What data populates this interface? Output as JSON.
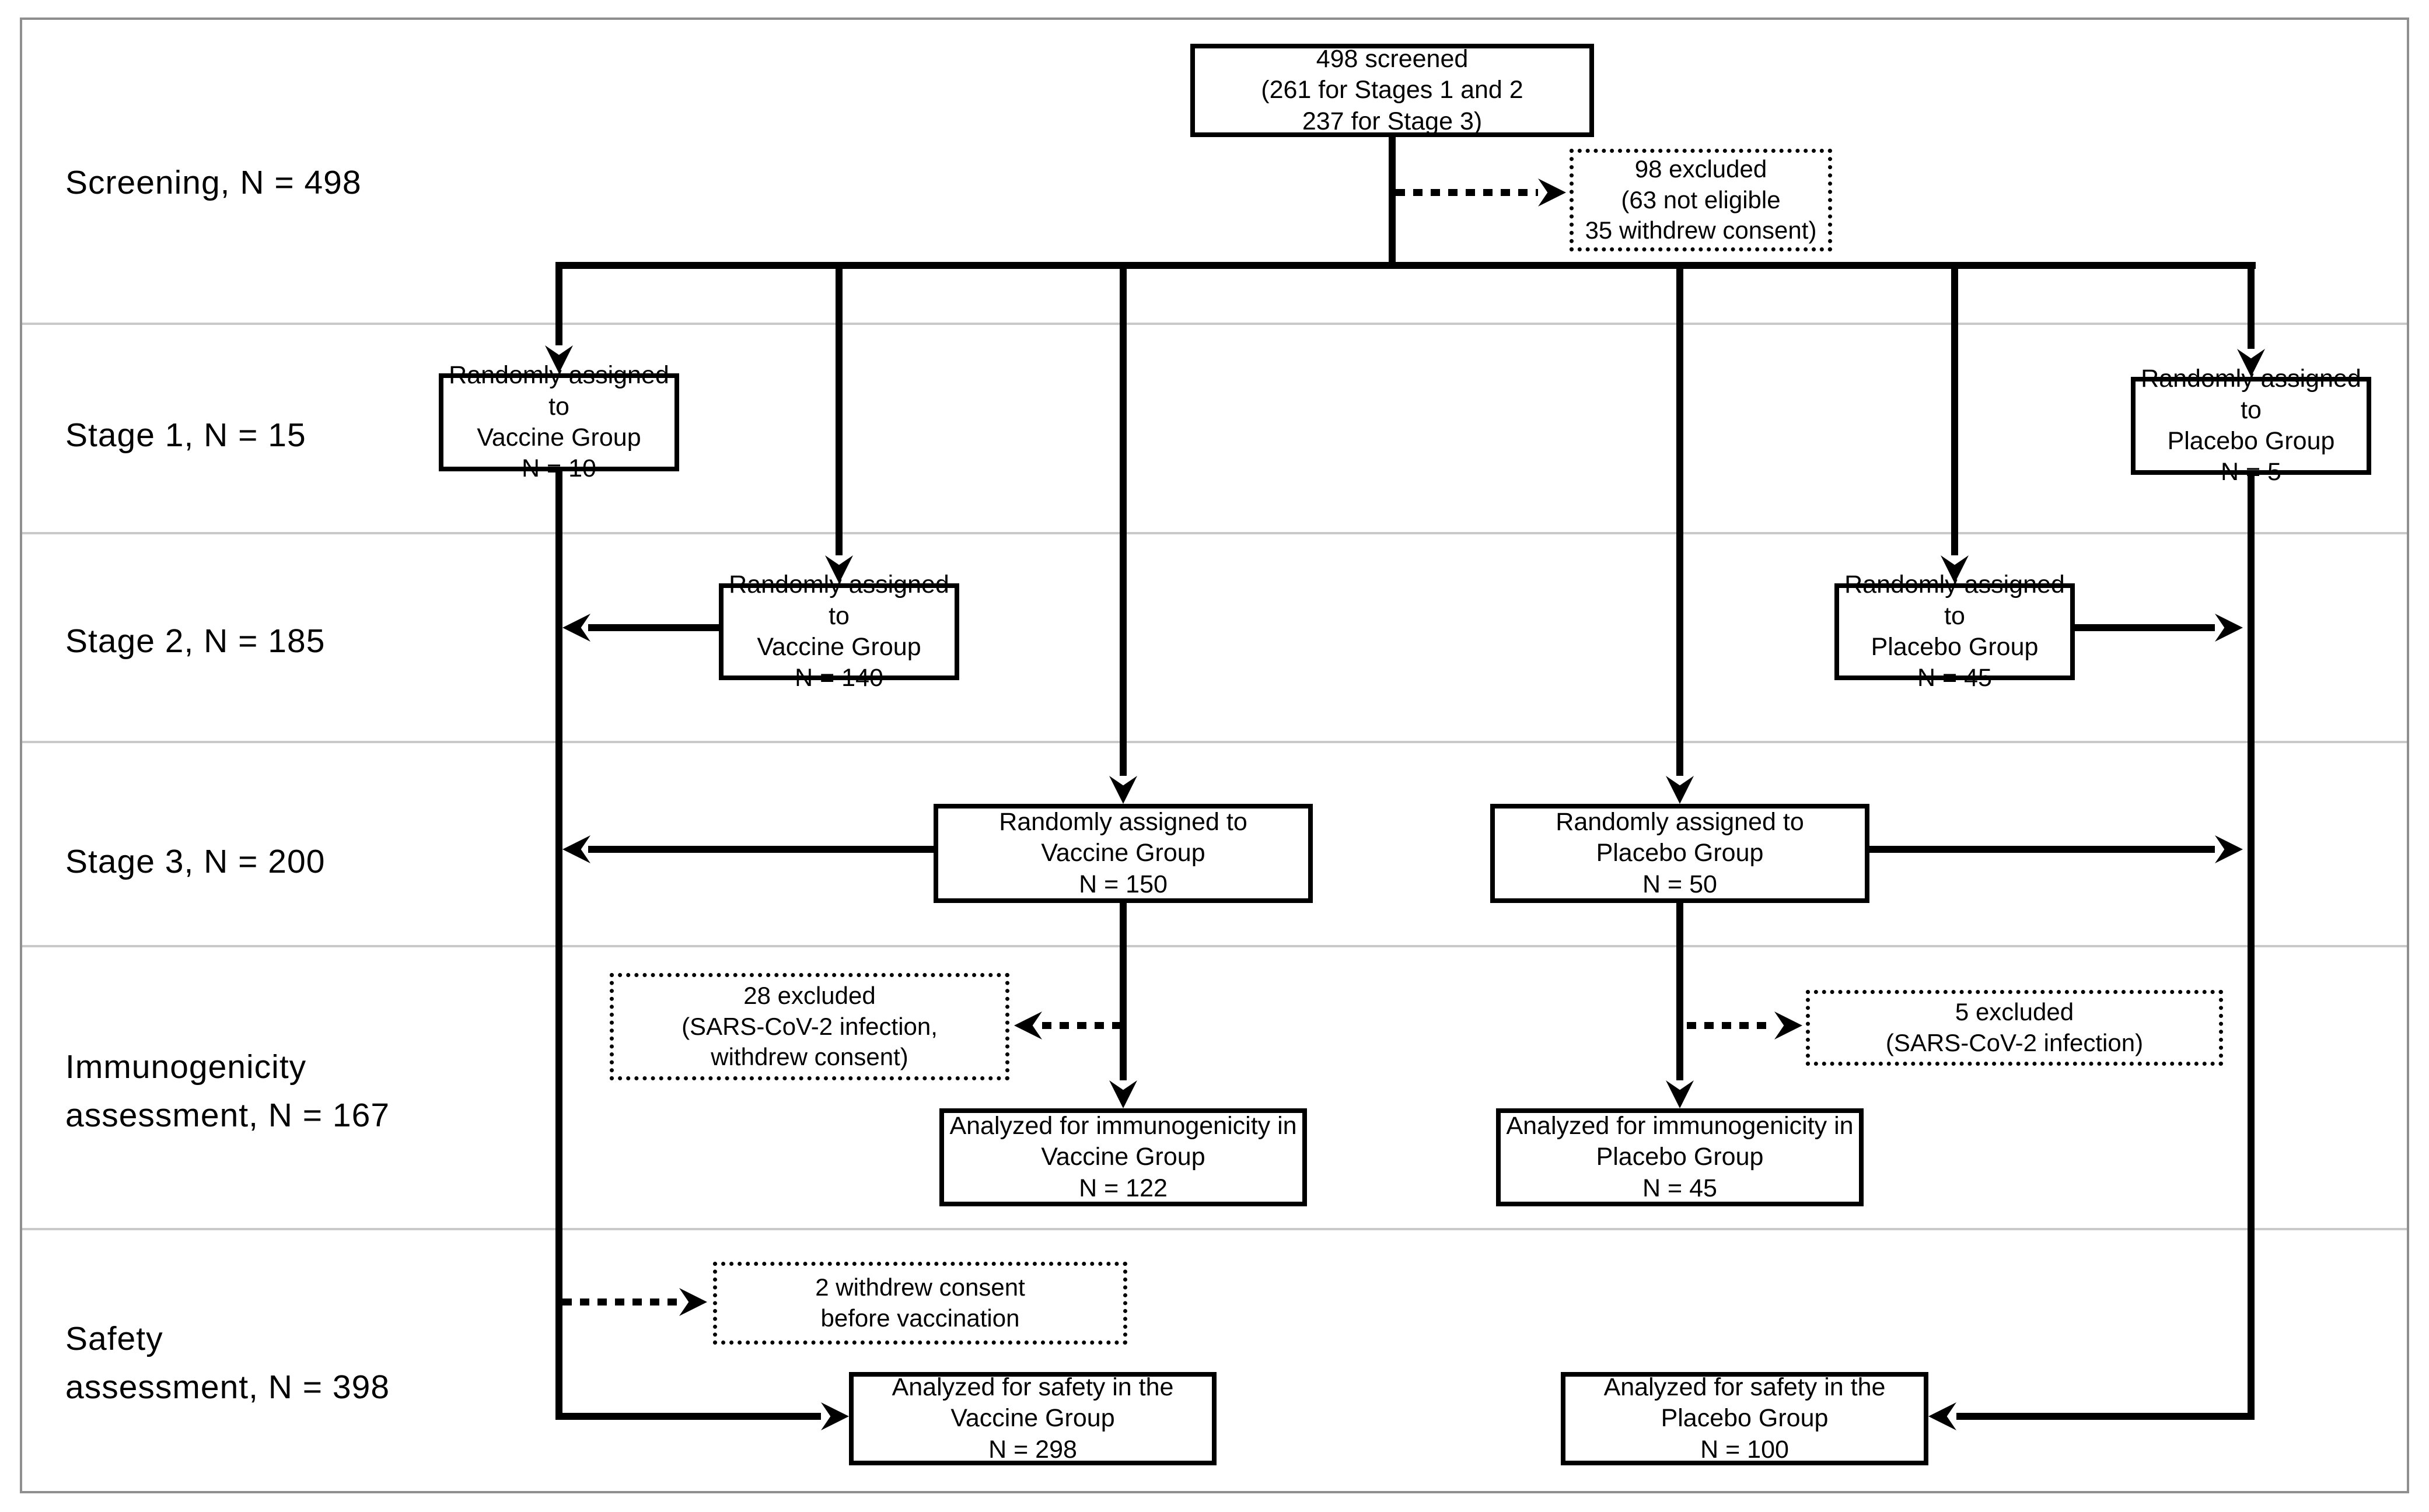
{
  "figure": {
    "type": "consort-flow-diagram",
    "description": "Clinical trial participant flow: screening, randomization stages 1-3, immunogenicity and safety assessment"
  },
  "colors": {
    "connector": "#000000",
    "box_border": "#000000",
    "divider": "#c9c9c9",
    "frame": "#8f8f8f",
    "background": "#ffffff"
  },
  "rows": [
    {
      "l1": "Screening, N = 498",
      "l2": ""
    },
    {
      "l1": "Stage 1, N = 15",
      "l2": ""
    },
    {
      "l1": "Stage 2, N = 185",
      "l2": ""
    },
    {
      "l1": "Stage 3, N = 200",
      "l2": ""
    },
    {
      "l1": "Immunogenicity",
      "l2": "assessment, N = 167"
    },
    {
      "l1": "Safety",
      "l2": "assessment, N = 398"
    }
  ],
  "boxes": {
    "screened": {
      "l1": "498 screened",
      "l2": "(261 for Stages 1 and 2",
      "l3": "237 for Stage 3)"
    },
    "excluded_screening": {
      "l1": "98 excluded",
      "l2": "(63 not eligible",
      "l3": "35 withdrew consent)"
    },
    "stage1_vaccine": {
      "l1": "Randomly assigned to",
      "l2": "Vaccine Group",
      "l3": "N = 10"
    },
    "stage1_placebo": {
      "l1": "Randomly assigned to",
      "l2": "Placebo Group",
      "l3": "N = 5"
    },
    "stage2_vaccine": {
      "l1": "Randomly assigned to",
      "l2": "Vaccine Group",
      "l3": "N = 140"
    },
    "stage2_placebo": {
      "l1": "Randomly assigned to",
      "l2": "Placebo Group",
      "l3": "N = 45"
    },
    "stage3_vaccine": {
      "l1": "Randomly assigned to",
      "l2": "Vaccine Group",
      "l3": "N = 150"
    },
    "stage3_placebo": {
      "l1": "Randomly assigned to",
      "l2": "Placebo Group",
      "l3": "N = 50"
    },
    "excluded_imm_vaccine": {
      "l1": "28 excluded",
      "l2": "(SARS-CoV-2 infection,",
      "l3": "withdrew consent)"
    },
    "excluded_imm_placebo": {
      "l1": "5 excluded",
      "l2": "(SARS-CoV-2 infection)"
    },
    "imm_vaccine": {
      "l1": "Analyzed for immunogenicity in",
      "l2": "Vaccine Group",
      "l3": "N = 122"
    },
    "imm_placebo": {
      "l1": "Analyzed for immunogenicity in",
      "l2": "Placebo Group",
      "l3": "N = 45"
    },
    "withdrew_safety": {
      "l1": "2 withdrew consent",
      "l2": "before vaccination"
    },
    "safety_vaccine": {
      "l1": "Analyzed for safety in the",
      "l2": "Vaccine Group",
      "l3": "N = 298"
    },
    "safety_placebo": {
      "l1": "Analyzed for safety in the",
      "l2": "Placebo Group",
      "l3": "N = 100"
    }
  }
}
